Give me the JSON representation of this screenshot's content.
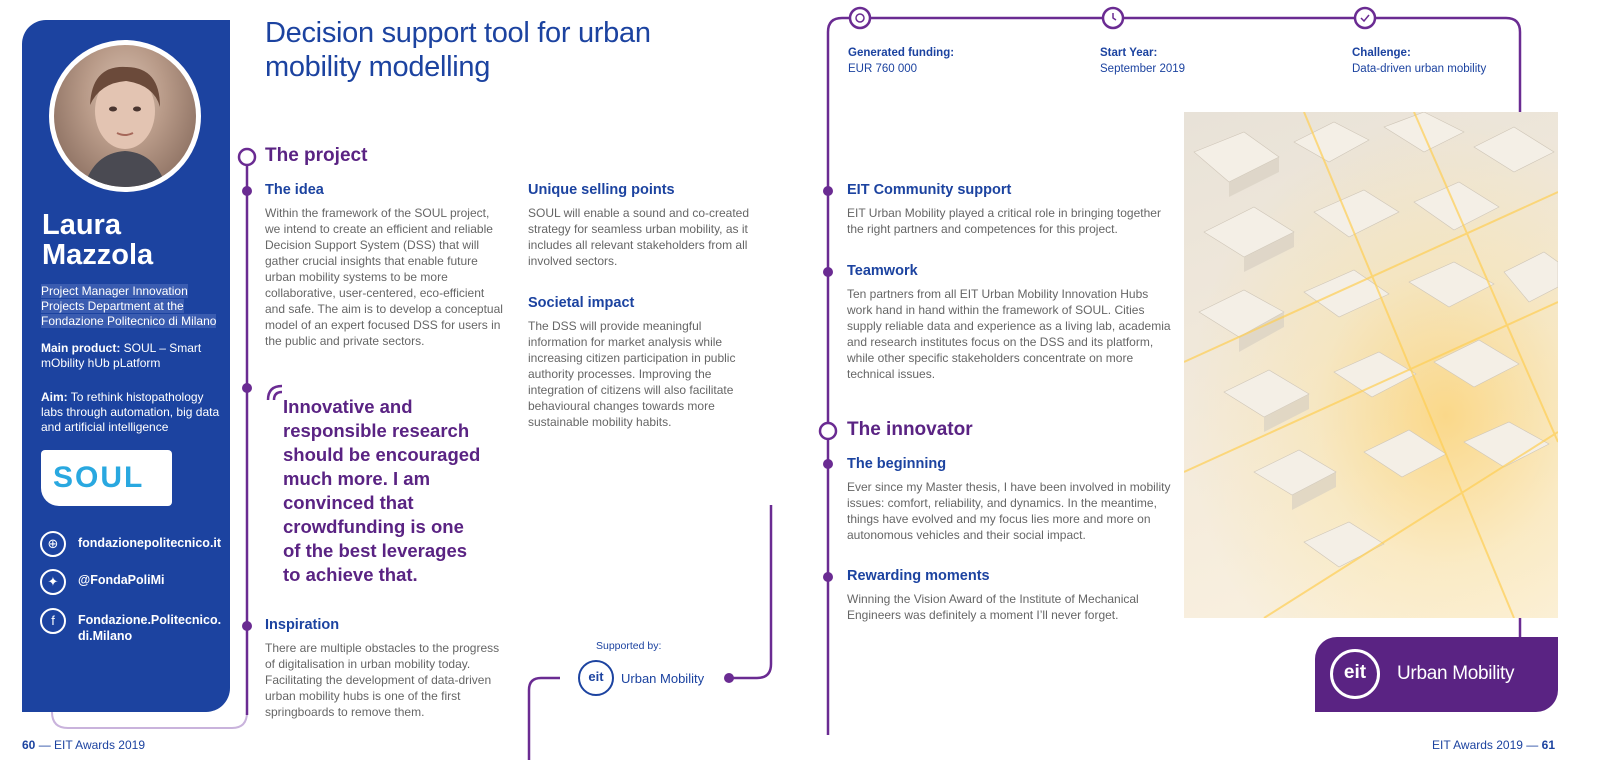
{
  "profile": {
    "first_name": "Laura",
    "last_name": "Mazzola",
    "role_lines": [
      "Project Manager Innovation",
      "Projects Department at the",
      "Fondazione Politecnico di Milano"
    ],
    "main_product_label": "Main product:",
    "main_product_value": "SOUL – Smart mObility hUb pLatform",
    "aim_label": "Aim:",
    "aim_value": "To rethink histopathology labs through automation, big data and artificial intelligence",
    "logo_text": "SOUL",
    "links": [
      {
        "icon": "globe-icon",
        "text": "fondazionepolitecnico.it"
      },
      {
        "icon": "twitter-icon",
        "text": "@FondaPoliMi"
      },
      {
        "icon": "facebook-icon",
        "text_lines": [
          "Fondazione.Politecnico.",
          "di.Milano"
        ]
      }
    ]
  },
  "title_lines": [
    "Decision support tool for urban",
    "mobility modelling"
  ],
  "project": {
    "heading": "The project",
    "idea": {
      "title": "The idea",
      "text": "Within the framework of the SOUL project, we intend to create an efficient and reliable Decision Support System (DSS) that will gather crucial insights that enable future urban mobility systems to be more collaborative, user-centered, eco-efficient and safe. The aim is to develop a conceptual model of an expert focused DSS for users in the public and private sectors."
    },
    "usp": {
      "title": "Unique selling points",
      "text": "SOUL will enable a sound and co-created strategy for seamless urban mobility, as it includes all relevant stakeholders from all involved sectors."
    },
    "societal": {
      "title": "Societal impact",
      "text": "The DSS will provide meaningful information for market analysis while increasing citizen participation in public authority processes. Improving the integration of citizens will also facilitate behavioural changes towards more sustainable mobility habits."
    },
    "quote_lines": [
      "Innovative and",
      "responsible research",
      "should be encouraged",
      "much more. I am",
      "convinced that",
      "crowdfunding is one",
      "of the best leverages",
      "to achieve that."
    ],
    "inspiration": {
      "title": "Inspiration",
      "text": "There are multiple obstacles to the progress of digitalisation in urban mobility today. Facilitating the development of data-driven urban mobility hubs is one of the first springboards to remove them."
    },
    "supported_by": "Supported by:"
  },
  "meta": {
    "funding_label": "Generated funding:",
    "funding_value": "EUR 760 000",
    "start_label": "Start Year:",
    "start_value": "September 2019",
    "challenge_label": "Challenge:",
    "challenge_value": "Data-driven urban mobility"
  },
  "community": {
    "title": "EIT Community support",
    "text": "EIT Urban Mobility played a critical role in bringing together the right partners and competences for this project."
  },
  "teamwork": {
    "title": "Teamwork",
    "text": "Ten partners from all EIT Urban Mobility Innovation Hubs work hand in hand within the framework of SOUL. Cities supply reliable data and experience as a living lab, academia and research institutes focus on the DSS and its platform, while other specific stakeholders concentrate on more technical issues."
  },
  "innovator": {
    "heading": "The innovator",
    "beginning": {
      "title": "The beginning",
      "text": "Ever since my Master thesis, I have been involved in mobility issues: comfort, reliability, and dynamics. In the meantime, things have evolved and my focus lies more and more on autonomous vehicles and their social impact."
    },
    "rewarding": {
      "title": "Rewarding moments",
      "text": "Winning the Vision Award of the Institute of Mechanical Engineers was definitely a moment I’ll never forget."
    }
  },
  "brand": {
    "eit_mark": "eit",
    "eit_name": "Urban Mobility"
  },
  "footer": {
    "left_page": "60",
    "left_text": "— EIT Awards 2019",
    "right_text": "EIT Awards 2019 —",
    "right_page": "61"
  },
  "colors": {
    "blue": "#1c43a0",
    "purple": "#5a2383",
    "purple_line": "#6a2b92"
  }
}
